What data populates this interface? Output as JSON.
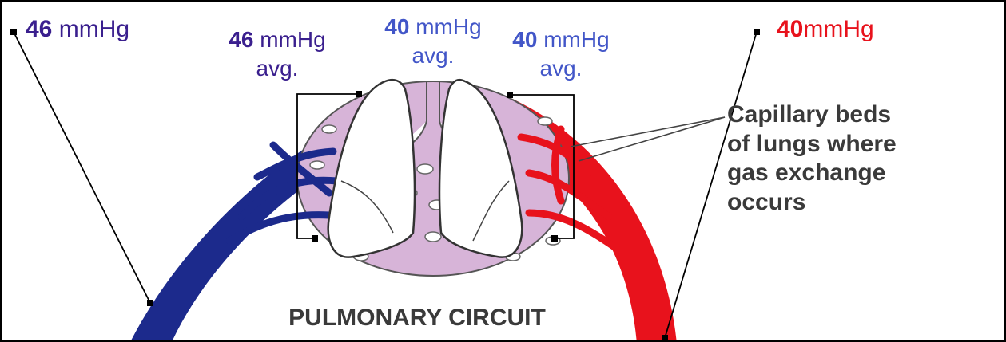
{
  "colors": {
    "deoxygenated": "#1c2a8c",
    "oxygenated": "#e8121c",
    "lung_tissue": "#d7b4d8",
    "label_purple": "#3a1f8e",
    "label_blue": "#4256c8",
    "label_red": "#e8121c",
    "text_gray": "#3a3a3a"
  },
  "labels": {
    "top_left": {
      "value": "46",
      "unit": " mmHg"
    },
    "top_right": {
      "value": "40",
      "unit": "mmHg"
    },
    "avg_left": {
      "value": "46",
      "unit": " mmHg",
      "line2": "avg."
    },
    "avg_middle": {
      "value": "40",
      "unit": " mmHg",
      "line2": "avg."
    },
    "avg_right": {
      "value": "40",
      "unit": " mmHg",
      "line2": "avg."
    }
  },
  "capillary_caption": "Capillary beds\nof lungs where\ngas exchange\noccurs",
  "circuit_title": "PULMONARY CIRCUIT"
}
